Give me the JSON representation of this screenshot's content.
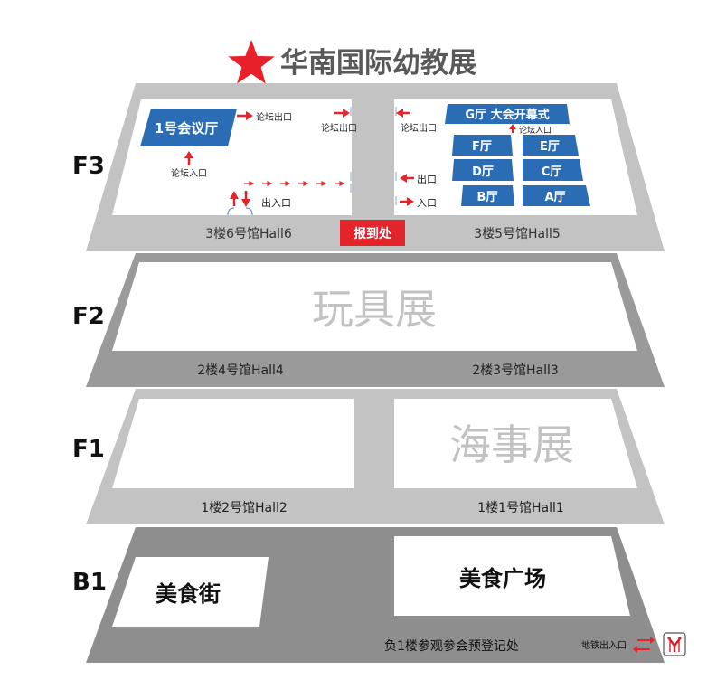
{
  "title": "华南国际幼教展",
  "colors": {
    "star": "#e8202a",
    "title_text": "#595959",
    "f3_frame": "#c3c3c3",
    "f2_frame": "#9a9a9a",
    "f1_frame": "#c3c3c3",
    "b1_frame": "#8e8e8e",
    "room_blue": "#2a6db5",
    "arrow_red": "#e3242b",
    "checkin_red": "#e3242b",
    "watermark": "#c2c2c2",
    "metro_red": "#d81e27"
  },
  "floors": {
    "f3": {
      "label": "F3",
      "left_hall": "3楼6号馆Hall6",
      "right_hall": "3楼5号馆Hall5",
      "checkin": "报到处",
      "left": {
        "room1": "1号会议厅",
        "forum_exit_1": "论坛出口",
        "forum_exit_2": "论坛出口",
        "forum_entrance": "论坛入口",
        "exit_entrance": "出入口"
      },
      "right": {
        "forum_exit": "论坛出口",
        "exit": "出口",
        "entrance": "入口",
        "forum_entrance": "论坛入口",
        "rooms": {
          "g": "G厅  大会开幕式",
          "f": "F厅",
          "e": "E厅",
          "d": "D厅",
          "c": "C厅",
          "b": "B厅",
          "a": "A厅"
        }
      }
    },
    "f2": {
      "label": "F2",
      "exhibit": "玩具展",
      "left_hall": "2楼4号馆Hall4",
      "right_hall": "2楼3号馆Hall3"
    },
    "f1": {
      "label": "F1",
      "exhibit": "海事展",
      "left_hall": "1楼2号馆Hall2",
      "right_hall": "1楼1号馆Hall1"
    },
    "b1": {
      "label": "B1",
      "food_street": "美食街",
      "food_plaza": "美食广场",
      "registration": "负1楼参观参会预登记处",
      "metro": "地铁出入口"
    }
  }
}
